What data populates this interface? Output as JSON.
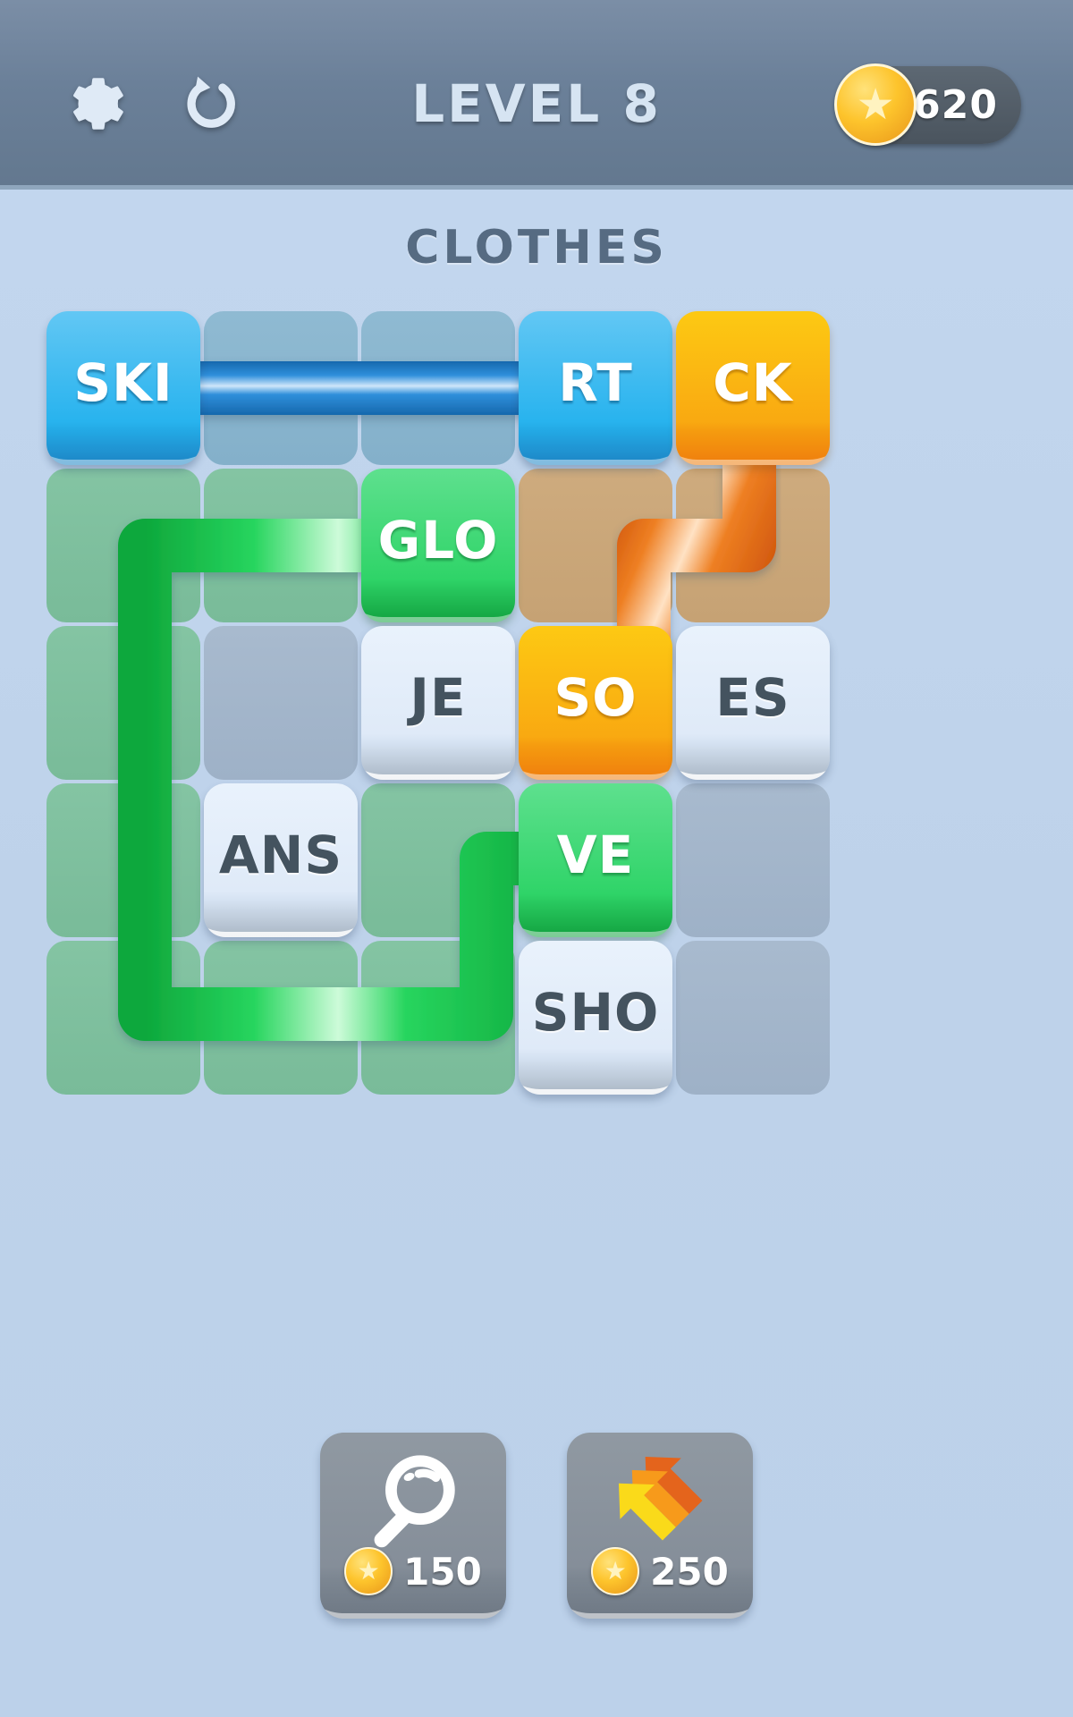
{
  "header": {
    "settings_icon": "gear-icon",
    "restart_icon": "restart-icon",
    "title": "LEVEL 8",
    "coin_icon": "coin-icon",
    "coin_balance": "620"
  },
  "puzzle": {
    "category": "CLOTHES",
    "grid": {
      "rows": 5,
      "cols": 5
    },
    "cells": [
      {
        "row": 0,
        "col": 0,
        "state": "tile"
      },
      {
        "row": 0,
        "col": 1,
        "state": "tint-blue"
      },
      {
        "row": 0,
        "col": 2,
        "state": "tint-blue"
      },
      {
        "row": 0,
        "col": 3,
        "state": "tile"
      },
      {
        "row": 0,
        "col": 4,
        "state": "tile"
      },
      {
        "row": 1,
        "col": 0,
        "state": "tint-green"
      },
      {
        "row": 1,
        "col": 1,
        "state": "tint-green"
      },
      {
        "row": 1,
        "col": 2,
        "state": "tile"
      },
      {
        "row": 1,
        "col": 3,
        "state": "tint-orange"
      },
      {
        "row": 1,
        "col": 4,
        "state": "tint-orange"
      },
      {
        "row": 2,
        "col": 0,
        "state": "tint-green"
      },
      {
        "row": 2,
        "col": 1,
        "state": "empty-plain"
      },
      {
        "row": 2,
        "col": 2,
        "state": "tile"
      },
      {
        "row": 2,
        "col": 3,
        "state": "tile"
      },
      {
        "row": 2,
        "col": 4,
        "state": "tile"
      },
      {
        "row": 3,
        "col": 0,
        "state": "tint-green"
      },
      {
        "row": 3,
        "col": 1,
        "state": "tile"
      },
      {
        "row": 3,
        "col": 2,
        "state": "tint-green"
      },
      {
        "row": 3,
        "col": 3,
        "state": "tile"
      },
      {
        "row": 3,
        "col": 4,
        "state": "empty-plain"
      },
      {
        "row": 4,
        "col": 0,
        "state": "tint-green"
      },
      {
        "row": 4,
        "col": 1,
        "state": "tint-green"
      },
      {
        "row": 4,
        "col": 2,
        "state": "tint-green"
      },
      {
        "row": 4,
        "col": 3,
        "state": "tile"
      },
      {
        "row": 4,
        "col": 4,
        "state": "empty-plain"
      }
    ],
    "tiles": [
      {
        "label": "SKI",
        "row": 0,
        "col": 0,
        "style": "blue"
      },
      {
        "label": "RT",
        "row": 0,
        "col": 3,
        "style": "blue"
      },
      {
        "label": "CK",
        "row": 0,
        "col": 4,
        "style": "amber"
      },
      {
        "label": "GLO",
        "row": 1,
        "col": 2,
        "style": "green"
      },
      {
        "label": "JE",
        "row": 2,
        "col": 2,
        "style": "light"
      },
      {
        "label": "SO",
        "row": 2,
        "col": 3,
        "style": "amber"
      },
      {
        "label": "ES",
        "row": 2,
        "col": 4,
        "style": "light"
      },
      {
        "label": "ANS",
        "row": 3,
        "col": 1,
        "style": "light"
      },
      {
        "label": "VE",
        "row": 3,
        "col": 3,
        "style": "green"
      },
      {
        "label": "SHO",
        "row": 4,
        "col": 3,
        "style": "light"
      }
    ],
    "connections": [
      {
        "color_name": "blue",
        "color": "#1f8ad6",
        "from": "SKI",
        "to": "RT"
      },
      {
        "color_name": "orange",
        "color": "#e8741a",
        "from": "CK",
        "to": "SO"
      },
      {
        "color_name": "green",
        "color": "#19cc52",
        "from": "GLO",
        "to": "VE"
      }
    ]
  },
  "footer": {
    "buttons": [
      {
        "name": "hint-button",
        "icon": "magnifier-icon",
        "coin_icon": "coin-icon",
        "cost": "150"
      },
      {
        "name": "skip-button",
        "icon": "arrows-up-icon",
        "coin_icon": "coin-icon",
        "cost": "250"
      }
    ]
  },
  "colors": {
    "background": "#bed3ec",
    "header": "#6b8099",
    "blue_tile": "#28b3ee",
    "green_tile": "#2fd468",
    "amber_tile": "#f9a911",
    "light_tile": "#e0ebf8",
    "title_text": "#566b82"
  }
}
